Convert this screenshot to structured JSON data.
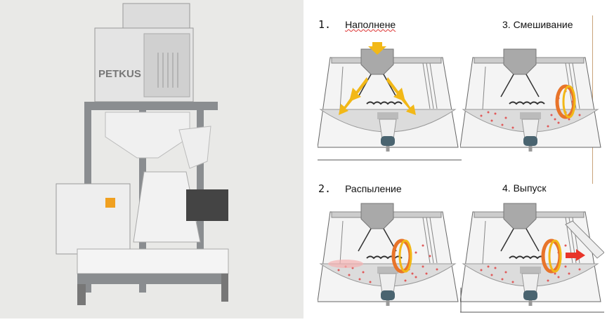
{
  "photo": {
    "brand_label": "PETKUS"
  },
  "steps": [
    {
      "number": "1.",
      "title": "Наполнене"
    },
    {
      "number": "2.",
      "title": "Распыление"
    },
    {
      "number": "",
      "title": "3. Смешивание"
    },
    {
      "number": "",
      "title": "4. Выпуск"
    }
  ],
  "colors": {
    "arrow_yellow": "#f2b817",
    "rotor_orange": "#e8742a",
    "particle_red": "#e05a5a",
    "discharge_red": "#e8352a"
  }
}
